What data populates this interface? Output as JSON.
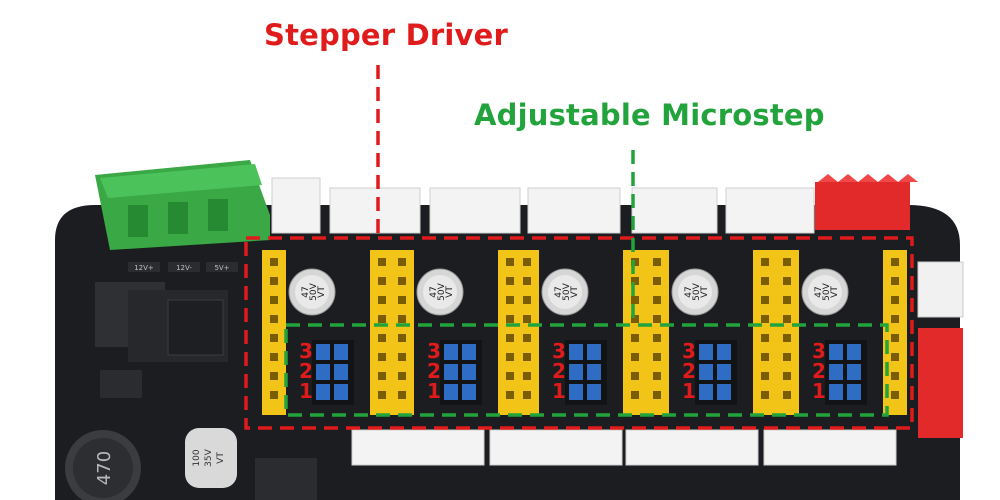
{
  "callouts": {
    "stepper_driver": "Stepper Driver",
    "adjustable_microstep": "Adjustable Microstep"
  },
  "board": {
    "capacitor_label": [
      "47",
      "50V",
      "VT"
    ],
    "inductor_label": "470",
    "small_cap_label": [
      "100",
      "35V",
      "VT"
    ],
    "jumper_numbers": [
      "3",
      "2",
      "1"
    ],
    "terminal_labels": [
      "12V+",
      "12V-",
      "5V+"
    ]
  },
  "colors": {
    "stepper_driver": "#e01b1b",
    "adjustable_microstep": "#23a33c",
    "board": "#1b1d20",
    "header": "#f2c418",
    "jumper": "#2f6cc4",
    "terminal": "#39a845"
  }
}
